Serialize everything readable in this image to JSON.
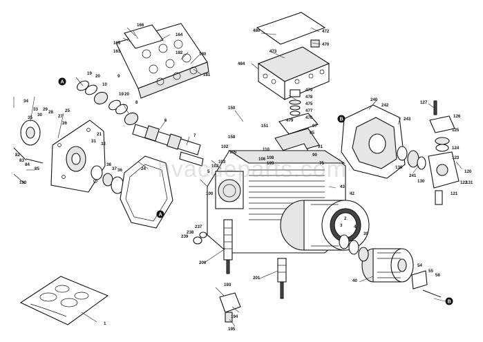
{
  "watermark": "hvacdeparts.com",
  "reference_markers": [
    "A",
    "B"
  ],
  "part_labels": [
    "166",
    "164",
    "165",
    "163",
    "182",
    "180",
    "181",
    "480",
    "472",
    "473",
    "470",
    "484",
    "9",
    "19",
    "20",
    "10",
    "19",
    "20",
    "8",
    "6",
    "7",
    "479",
    "478",
    "475",
    "477",
    "476",
    "479",
    "97",
    "95",
    "150",
    "151",
    "110",
    "90",
    "102",
    "103",
    "105",
    "158",
    "75",
    "240",
    "242",
    "243",
    "127",
    "126",
    "125",
    "124",
    "123",
    "120",
    "122",
    "121",
    "131",
    "130",
    "241",
    "130",
    "35",
    "34",
    "33",
    "30",
    "29",
    "28",
    "27",
    "26",
    "25",
    "32",
    "31",
    "21",
    "82",
    "83",
    "84",
    "85",
    "38",
    "37",
    "36",
    "24",
    "190",
    "43",
    "42",
    "3",
    "5",
    "100",
    "237",
    "238",
    "239",
    "200",
    "2",
    "4",
    "39",
    "201",
    "54",
    "55",
    "56",
    "193",
    "194",
    "195",
    "40",
    "1",
    "106",
    "91",
    "108",
    "109",
    "102"
  ]
}
